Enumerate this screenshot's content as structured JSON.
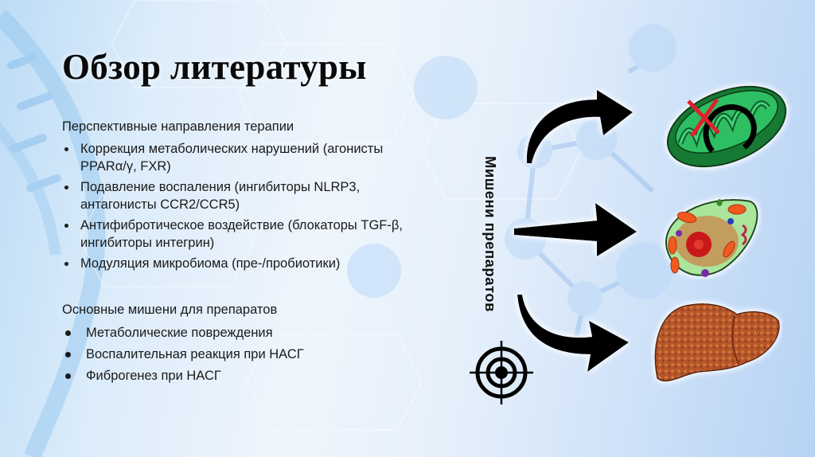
{
  "slide": {
    "title": "Обзор литературы",
    "section1": {
      "heading": "Перспективные направления терапии",
      "items": [
        {
          "line1": "Коррекция метаболических нарушений (агонисты",
          "line2": "PPARα/γ, FXR)"
        },
        {
          "line1": "Подавление воспаления (ингибиторы NLRP3,",
          "line2": "антагонисты CCR2/CCR5)"
        },
        {
          "line1": "Антифибротическое воздействие (блокаторы TGF-β,",
          "line2": "ингибиторы интегрин)"
        },
        {
          "line1": "Модуляция микробиома (пре-/пробиотики)",
          "line2": ""
        }
      ]
    },
    "section2": {
      "heading": "Основные мишени для препаратов",
      "items": [
        "Метаболические повреждения",
        "Воспалительная реакция при НАСГ",
        "Фиброгенез при НАСГ"
      ]
    },
    "diagram": {
      "vertical_label": "Мишени препаратов",
      "targets": [
        {
          "name": "mitochondrion",
          "marker": "red-cross"
        },
        {
          "name": "cell"
        },
        {
          "name": "liver"
        }
      ],
      "icon": "target-icon"
    },
    "colors": {
      "text": "#1a1a1a",
      "arrow": "#000000",
      "mito_green": "#1f9a45",
      "cell_green": "#a9e59a",
      "liver_brown": "#b4552a",
      "cross_red": "#e0202a"
    }
  }
}
